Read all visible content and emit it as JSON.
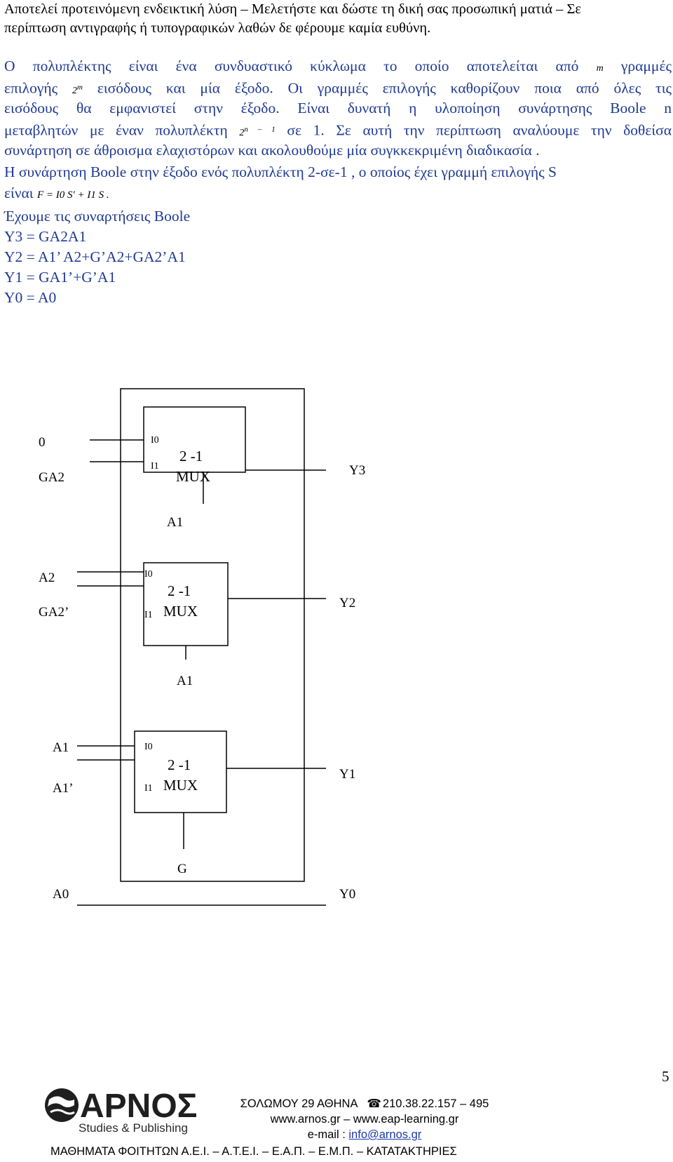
{
  "header": {
    "line1": "Αποτελεί προτεινόμενη ενδεικτική λύση – Μελετήστε και δώστε τη δική σας προσωπική ματιά – Σε",
    "line2": "περίπτωση αντιγραφής ή τυπογραφικών λαθών δε φέρουμε καμία ευθύνη."
  },
  "intro": {
    "l1a": "Ο πολυπλέκτης είναι ένα συνδυαστικό κύκλωμα το οποίο αποτελείται από",
    "l1m": "m",
    "l1b": "γραμμές",
    "l2a": "επιλογής",
    "l2m": "2",
    "l2sup": "m",
    "l2b": "εισόδους και μία έξοδο. Οι γραμμές επιλογής καθορίζουν ποια  από όλες τις",
    "l3": "εισόδους θα εμφανιστεί στην έξοδο. Είναι δυνατή η υλοποίηση συνάρτησης Boole n",
    "l4a": "μεταβλητών με έναν πολυπλέκτη",
    "l4m": "2",
    "l4sup": "n – 1",
    "l4b": "σε 1. Σε αυτή την περίπτωση αναλύουμε την  δοθείσα",
    "l5": "συνάρτηση σε άθροισμα ελαχιστόρων και ακολουθούμε μία συγκκεκριμένη διαδικασία ."
  },
  "para2": {
    "line1": "Η συνάρτηση Boole στην έξοδο ενός πολυπλέκτη 2-σε-1 , ο οποίος έχει γραμμή επιλογής S",
    "line2a": "είναι",
    "formula": "F = I0 S′ + I1 S ."
  },
  "equations": {
    "title": "Έχουμε  τις συναρτήσεις Boole",
    "items": [
      "Y3 = GA2A1",
      "Y2 = A1’ A2+G’A2+GA2’A1",
      "Y1 = GA1’+G’A1",
      "Y0 = A0"
    ]
  },
  "diagram": {
    "mux_label_top": "2 -1",
    "mux_label_bottom": "MUX",
    "port_i0": "I0",
    "port_i1": "I1",
    "mux1": {
      "in0": "0",
      "in1": "GA2",
      "select": "A1",
      "out": "Y3"
    },
    "mux2": {
      "in0": "A2",
      "in1": "GA2’",
      "select": "A1",
      "out": "Y2"
    },
    "mux3": {
      "in0": "A1",
      "in1": "A1’",
      "select": "G",
      "out": "Y1"
    },
    "passthrough": {
      "in": "A0",
      "out": "Y0"
    }
  },
  "footer": {
    "page_number": "5",
    "logo_name": "ΑΡΝΟΣ",
    "logo_tagline": "Studies & Publishing",
    "address": "ΣΟΛΩΜΟΥ 29 ΑΘΗΝΑ",
    "phone_icon": "phone-icon",
    "phone": "210.38.22.157 – 495",
    "web": "www.arnos.gr – www.eap-learning.gr",
    "email_label": "e-mail :",
    "email": "info@arnos.gr",
    "tagline": "ΜΑΘΗΜΑΤΑ ΦΟΙΤΗΤΩΝ Α.Ε.Ι. – Α.Τ.Ε.Ι. – Ε.Α.Π. – Ε.Μ.Π. – ΚΑΤΑΤΑΚΤΗΡΙΕΣ"
  }
}
